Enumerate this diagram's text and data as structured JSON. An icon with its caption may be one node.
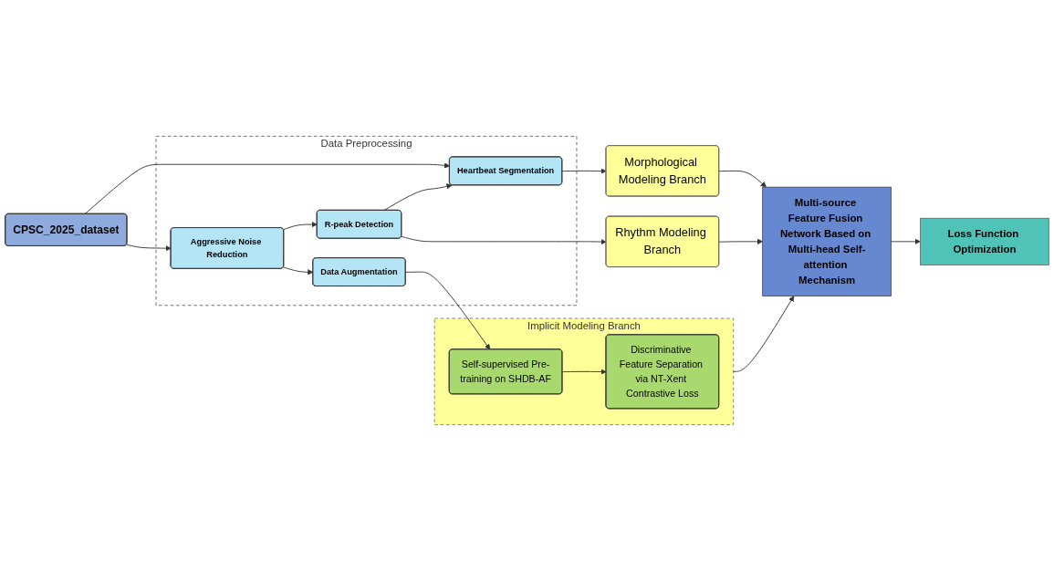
{
  "diagram": {
    "nodes": [
      {
        "text": [
          "CPSC_2025_dataset"
        ]
      },
      {
        "text": [
          "Data Preprocessing"
        ]
      },
      {
        "text": [
          "Heartbeat Segmentation"
        ],
        "in": 1
      },
      {
        "text": [
          "Aggressive Noise Reduction"
        ],
        "in": 1
      },
      {
        "text": [
          "R-peak Detection"
        ],
        "in": 1
      },
      {
        "text": [
          "Data Augmentation"
        ],
        "in": 1
      },
      {
        "text": [
          "Morphological Modeling Branch"
        ]
      },
      {
        "text": [
          "Rhythm Modeling Branch"
        ]
      },
      {
        "text": [
          "Implicit Modeling Branch"
        ]
      },
      {
        "text": [
          "Self-supervised Pre-training on SHDB-AF"
        ],
        "in": 8
      },
      {
        "text": [
          "Discriminative Feature Separation via NT-Xent Contrastive Loss"
        ],
        "in": 8
      },
      {
        "text": [
          "Multi-source Feature Fusion Network Based on Multi-head Self-attention Mechanism"
        ]
      },
      {
        "text": [
          "Loss Function Optimization"
        ]
      }
    ],
    "edges": [
      {
        "from": 0,
        "to": 2,
        "arrow": "to"
      },
      {
        "from": 0,
        "to": 3,
        "arrow": "to"
      },
      {
        "from": 3,
        "to": 4,
        "arrow": "to"
      },
      {
        "from": 3,
        "to": 5,
        "arrow": "to"
      },
      {
        "from": 4,
        "to": 2,
        "arrow": "to"
      },
      {
        "from": 2,
        "to": 6,
        "arrow": "to"
      },
      {
        "from": 4,
        "to": 7,
        "arrow": "to"
      },
      {
        "from": 5,
        "to": 9,
        "arrow": "to"
      },
      {
        "from": 9,
        "to": 10,
        "arrow": "to"
      },
      {
        "from": 6,
        "to": 11,
        "arrow": "to"
      },
      {
        "from": 7,
        "to": 11,
        "arrow": "to"
      },
      {
        "from": 8,
        "to": 11,
        "arrow": "to"
      },
      {
        "from": 11,
        "to": 12,
        "arrow": "to"
      }
    ]
  }
}
